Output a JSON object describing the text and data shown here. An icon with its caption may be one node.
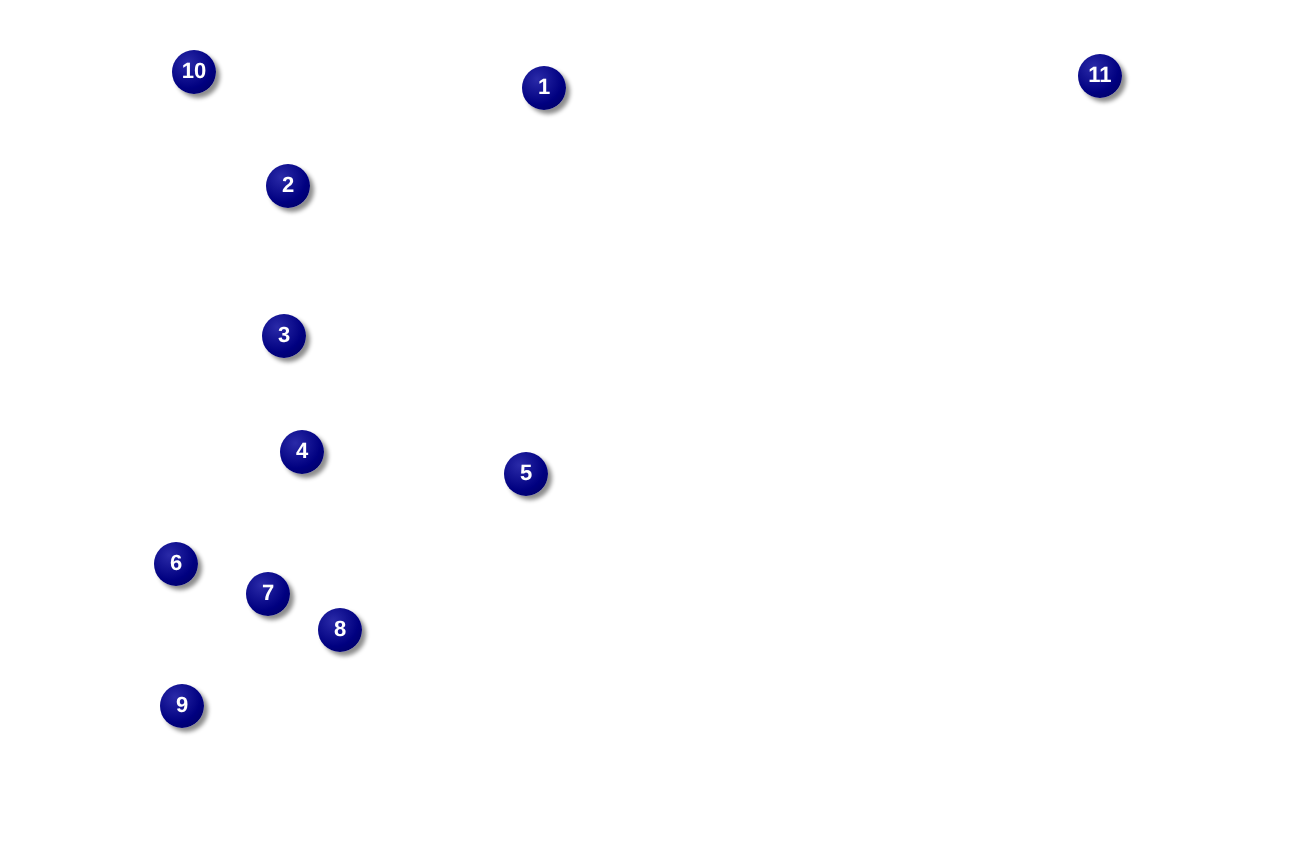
{
  "diagram": {
    "labels": [
      "10",
      "1",
      "11",
      "2",
      "3",
      "4",
      "5",
      "6",
      "7",
      "8",
      "9"
    ]
  }
}
